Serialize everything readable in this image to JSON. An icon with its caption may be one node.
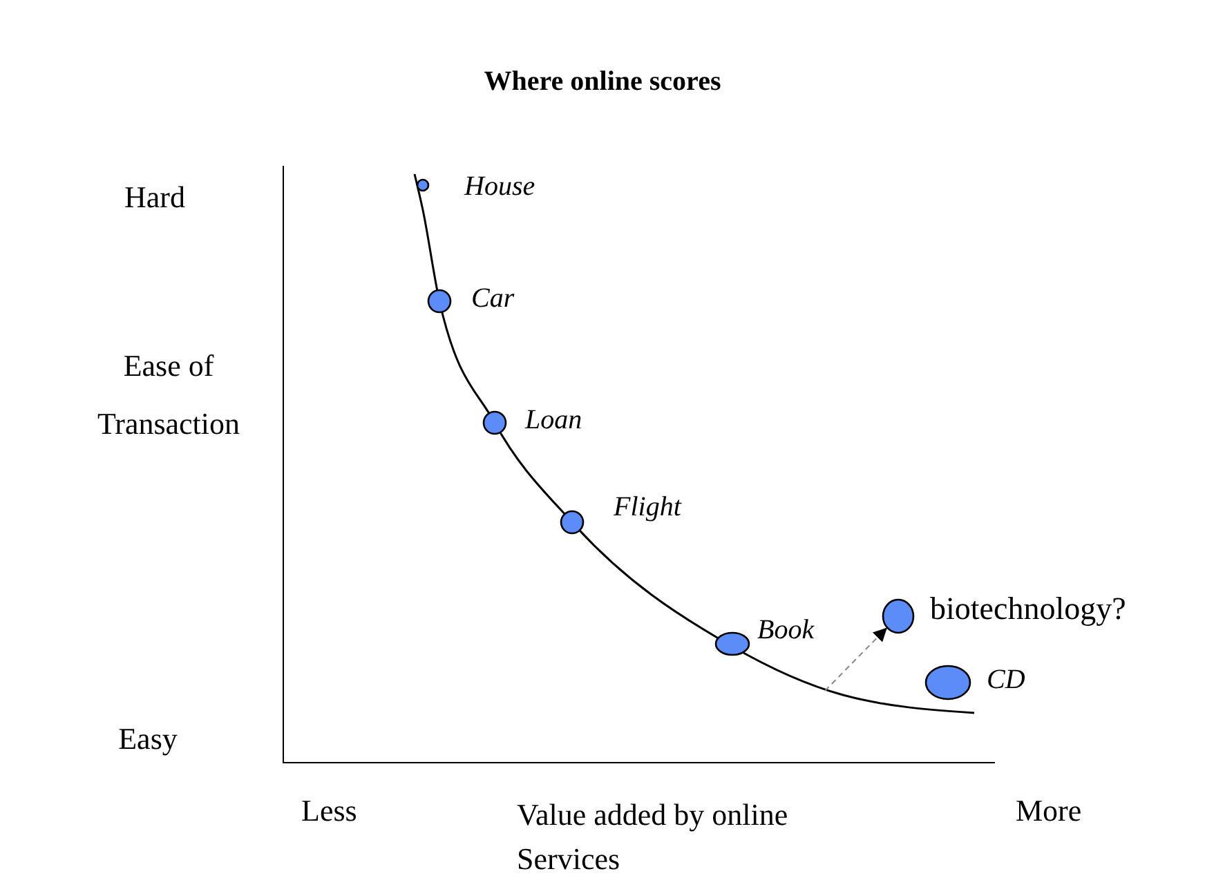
{
  "diagram": {
    "title": "Where online scores",
    "nodes": [
      {
        "text": [],
        "shape": "circle",
        "beside": [
          "House"
        ]
      },
      {
        "text": [],
        "shape": "circle",
        "beside": [
          "Car"
        ]
      },
      {
        "text": [],
        "shape": "circle",
        "beside": [
          "Loan"
        ]
      },
      {
        "text": [],
        "shape": "circle",
        "beside": [
          "Flight"
        ]
      },
      {
        "text": [],
        "shape": "circle",
        "beside": [
          "Book"
        ]
      },
      {
        "text": [],
        "shape": "circle",
        "beside": [
          "biotechnology?"
        ]
      },
      {
        "text": [],
        "shape": "circle",
        "beside": [
          "CD"
        ]
      }
    ],
    "edges": [
      {
        "from": null,
        "to": 5,
        "arrow": "to",
        "style": "dashed"
      }
    ],
    "labels": [
      "Hard",
      "Ease of Transaction",
      "Easy",
      "Less",
      "Value added by online Services",
      "More"
    ]
  }
}
